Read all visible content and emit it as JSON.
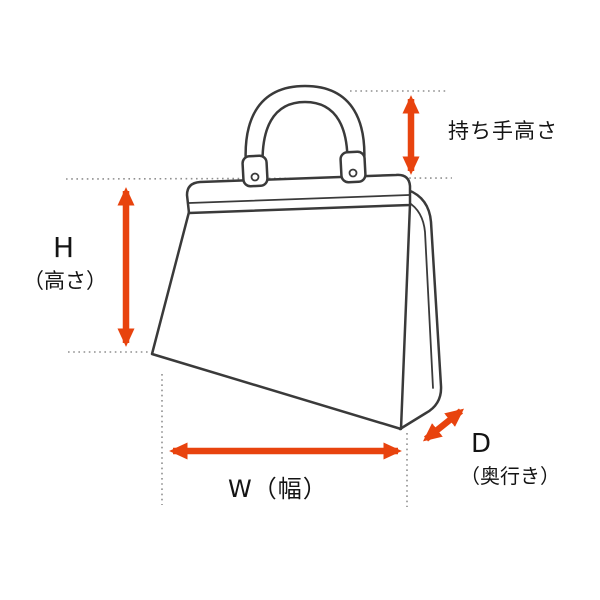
{
  "diagram": {
    "subject": "handbag-dimension-guide",
    "labels": {
      "handle_height": "持ち手高さ",
      "height_letter": "H",
      "height_sub": "（高さ）",
      "width": "W（幅）",
      "depth_letter": "D",
      "depth_sub": "（奥行き）"
    },
    "colors": {
      "arrow": "#e8430e",
      "ink": "#3a3a3a",
      "guide": "#8f8f8f",
      "bg": "#ffffff"
    }
  }
}
